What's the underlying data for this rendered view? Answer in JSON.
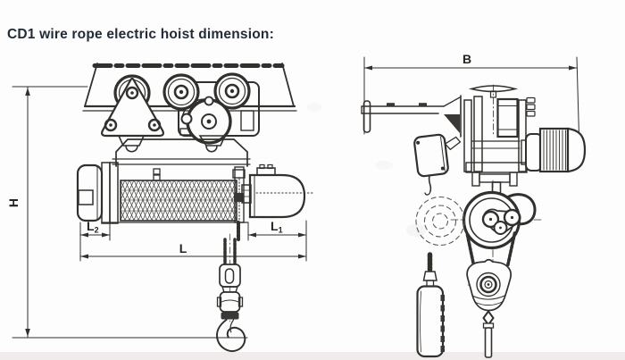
{
  "page": {
    "title": "CD1 wire rope electric hoist dimension:"
  },
  "colors": {
    "background": "#fdfdfd",
    "ink": "#32302d",
    "dark_fill": "#3a3836",
    "title_text": "#222b36",
    "footer_strip": "#efeceb",
    "dashed_gray": "#5c5a57"
  },
  "drawing": {
    "views": [
      {
        "id": "front-elevation"
      },
      {
        "id": "side-elevation"
      }
    ],
    "dimension_labels": {
      "H": "H",
      "B": "B",
      "L": "L",
      "L1": {
        "base": "L",
        "sub": "1"
      },
      "L2": {
        "base": "L",
        "sub": "2"
      }
    }
  }
}
